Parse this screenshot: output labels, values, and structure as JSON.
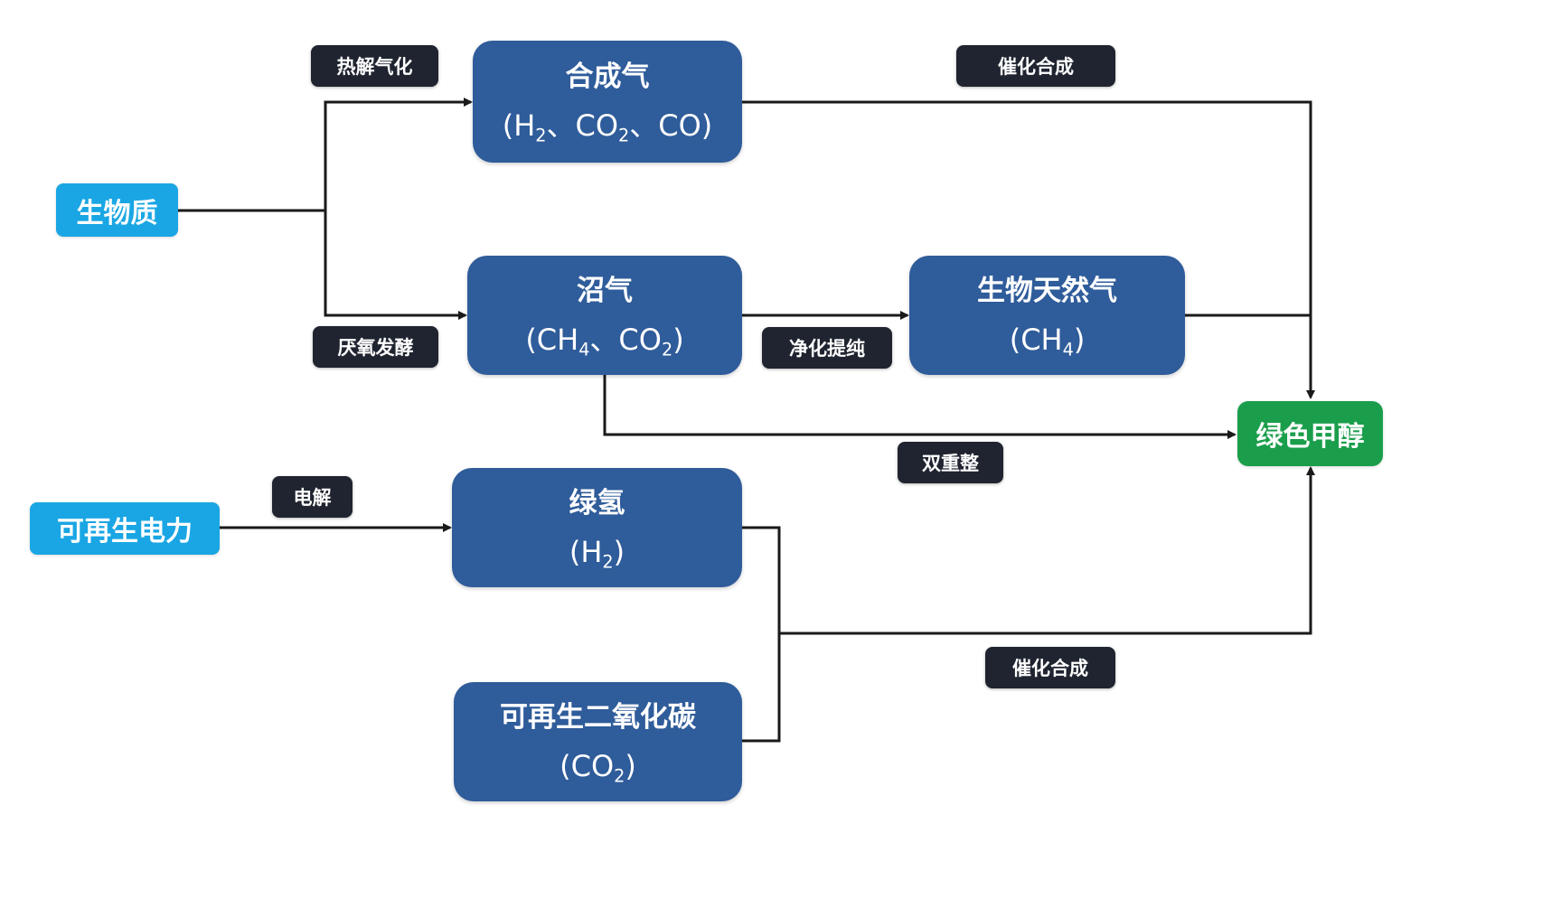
{
  "colors": {
    "source": "#1aa6e4",
    "process": "#2f5c9a",
    "target": "#1a9e4b",
    "label_bg": "#1f2430",
    "connector": "#1a1a1a"
  },
  "nodes": {
    "biomass": {
      "title": "生物质"
    },
    "renewable_power": {
      "title": "可再生电力"
    },
    "syngas": {
      "title": "合成气",
      "formula_parts": [
        "(H",
        "2",
        "、CO",
        "2",
        "、CO)"
      ]
    },
    "biogas": {
      "title": "沼气",
      "formula_parts": [
        "(CH",
        "4",
        "、CO",
        "2",
        ")"
      ]
    },
    "bio_natural_gas": {
      "title": "生物天然气",
      "formula_parts": [
        "(CH",
        "4",
        ")"
      ]
    },
    "green_hydrogen": {
      "title": "绿氢",
      "formula_parts": [
        "(H",
        "2",
        ")"
      ]
    },
    "renewable_co2": {
      "title": "可再生二氧化碳",
      "formula_parts": [
        "(CO",
        "2",
        ")"
      ]
    },
    "green_methanol": {
      "title": "绿色甲醇"
    }
  },
  "edge_labels": {
    "pyrolysis_gasification": "热解气化",
    "anaerobic_fermentation": "厌氧发酵",
    "purification": "净化提纯",
    "catalytic_synthesis_top": "催化合成",
    "dual_reforming": "双重整",
    "electrolysis": "电解",
    "catalytic_synthesis_bottom": "催化合成"
  }
}
